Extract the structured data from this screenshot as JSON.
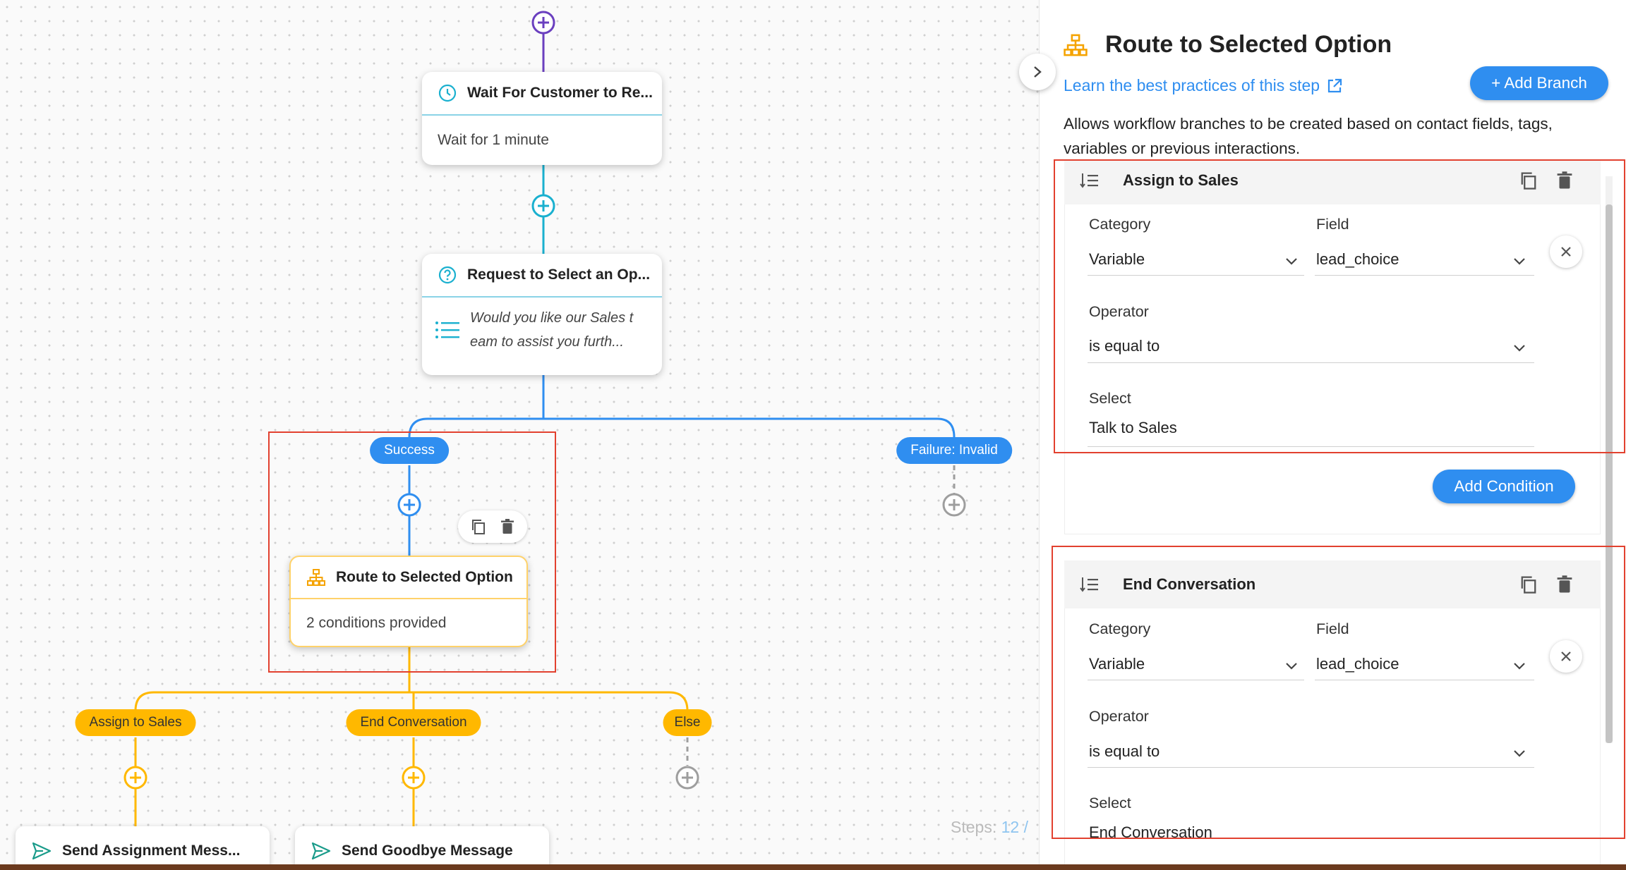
{
  "canvas": {
    "wait_node": {
      "title": "Wait For Customer to Re...",
      "body": "Wait for 1 minute"
    },
    "request_node": {
      "title": "Request to Select an Op...",
      "body_line1": "Would you like our Sales t",
      "body_line2": "eam to assist you furth..."
    },
    "chips": {
      "success": "Success",
      "failure": "Failure: Invalid",
      "assign": "Assign to Sales",
      "end": "End Conversation",
      "else": "Else"
    },
    "route_node": {
      "title": "Route to Selected Option",
      "body": "2 conditions provided"
    },
    "bottom_nodes": {
      "assignment": "Send Assignment Mess...",
      "goodbye": "Send Goodbye Message"
    },
    "steps": {
      "label": "Steps:",
      "value": "12 /"
    },
    "colors": {
      "purple": "#6a3fbf",
      "teal": "#1ab0cf",
      "blue": "#2f8ef0",
      "yellow": "#ffb800",
      "gray": "#9e9e9e"
    }
  },
  "panel": {
    "title": "Route to Selected Option",
    "link": "Learn the best practices of this step",
    "add_branch": "+ Add Branch",
    "description_line1": "Allows workflow branches to be created based on contact fields, tags,",
    "description_line2": "variables or previous interactions.",
    "branches": [
      {
        "name": "Assign to Sales",
        "category_label": "Category",
        "category_value": "Variable",
        "field_label": "Field",
        "field_value": "lead_choice",
        "operator_label": "Operator",
        "operator_value": "is equal to",
        "select_label": "Select",
        "select_value": "Talk to Sales"
      },
      {
        "name": "End Conversation",
        "category_label": "Category",
        "category_value": "Variable",
        "field_label": "Field",
        "field_value": "lead_choice",
        "operator_label": "Operator",
        "operator_value": "is equal to",
        "select_label": "Select",
        "select_value": "End Conversation"
      }
    ],
    "add_condition": "Add Condition"
  }
}
